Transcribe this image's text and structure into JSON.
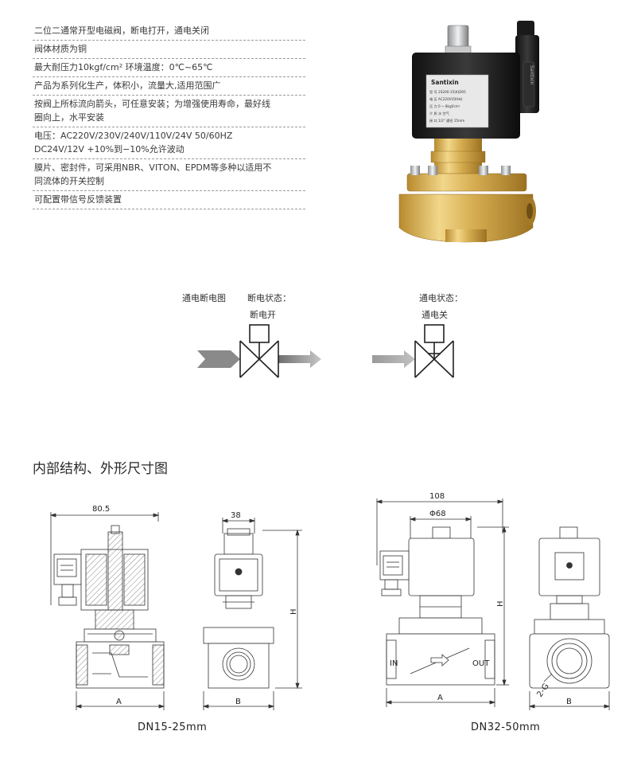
{
  "specs": [
    "二位二通常开型电磁阀，断电打开，通电关闭",
    "阀体材质为铜",
    "最大耐压力10kgf/cm² 环境温度：0℃~65℃",
    "产品为系列化生产，体积小，流量大,适用范围广",
    "按阀上所标流向箭头，可任意安装；为增强使用寿命，最好线\n圈向上，水平安装",
    "电压：AC220V/230V/240V/110V/24V 50/60HZ\n        DC24V/12V  +10%到−10%允许波动",
    "膜片、密封件，可采用NBR、VITON、EPDM等多种以适用不\n同流体的开关控制",
    "可配置带信号反馈装置"
  ],
  "photo": {
    "brand": "Santixin",
    "nameplate_lines": [
      "型 号 2S200-15(K)D05",
      "电 压  AC220V(50Hz)",
      "压 力  0 ~ 8kgf/cm²",
      "介 质  水 空气",
      "接 口  1/2\" 通径 15mm"
    ],
    "connector_text": "Santixin"
  },
  "flow": {
    "legend_label": "通电断电图",
    "off_state_title": "断电状态：",
    "off_state_value": "断电开",
    "on_state_title": "通电状态：",
    "on_state_value": "通电关"
  },
  "section_title": "内部结构、外形尺寸图",
  "dims": {
    "d1_width": "80.5",
    "d2_width": "38",
    "d3_width": "108",
    "d3_coil": "Φ68",
    "height_label": "H",
    "a_label": "A",
    "b_label": "B",
    "in_label": "IN",
    "out_label": "OUT",
    "g_label": "2-G"
  },
  "captions": {
    "small": "DN15-25mm",
    "large": "DN32-50mm"
  }
}
